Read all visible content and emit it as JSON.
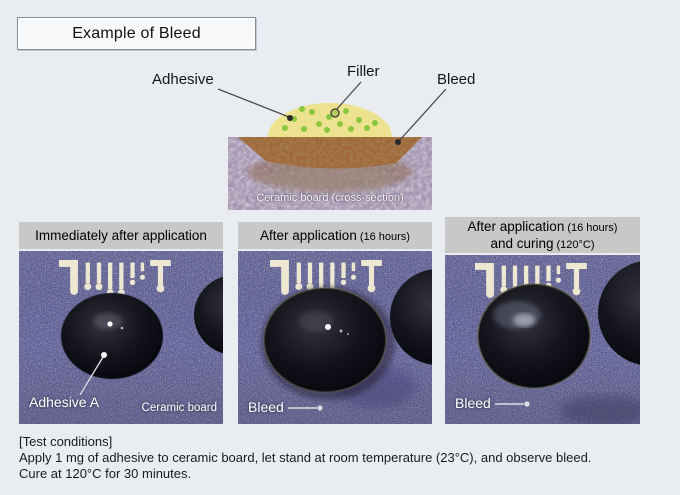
{
  "title": "Example of Bleed",
  "diagram": {
    "label_adhesive": "Adhesive",
    "label_filler": "Filler",
    "label_bleed": "Bleed",
    "board_caption": "Ceramic board (cross-section)"
  },
  "panels": [
    {
      "header_main": "Immediately after application",
      "label_adhesive": "Adhesive A",
      "label_board": "Ceramic board"
    },
    {
      "header_main": "After application",
      "header_note": "(16 hours)",
      "label_bleed": "Bleed"
    },
    {
      "line1_main": "After application",
      "line1_note": "(16 hours)",
      "line2_main": "and curing",
      "line2_note": "(120°C)",
      "label_bleed": "Bleed"
    }
  ],
  "test_conditions": {
    "heading": "[Test conditions]",
    "line1": "Apply 1 mg of adhesive to ceramic board, let stand at room temperature (23°C), and observe bleed.",
    "line2": "Cure at 120°C for 30 minutes."
  },
  "colors": {
    "page_bg": "#e9edf2",
    "header_bg": "#c8c8c8",
    "title_bg": "#f6f8fa",
    "title_border": "#878d93",
    "photo_base": "#5e5f99",
    "trace_cream": "#efe9d2",
    "adhesive_dome": "#ece28f",
    "filler_green": "#8cc63f",
    "bleed_brown": "#a06636",
    "ceramic_lavender": "#b5a8be",
    "text_dark": "#1a1a1a",
    "label_white": "#ffffff"
  }
}
